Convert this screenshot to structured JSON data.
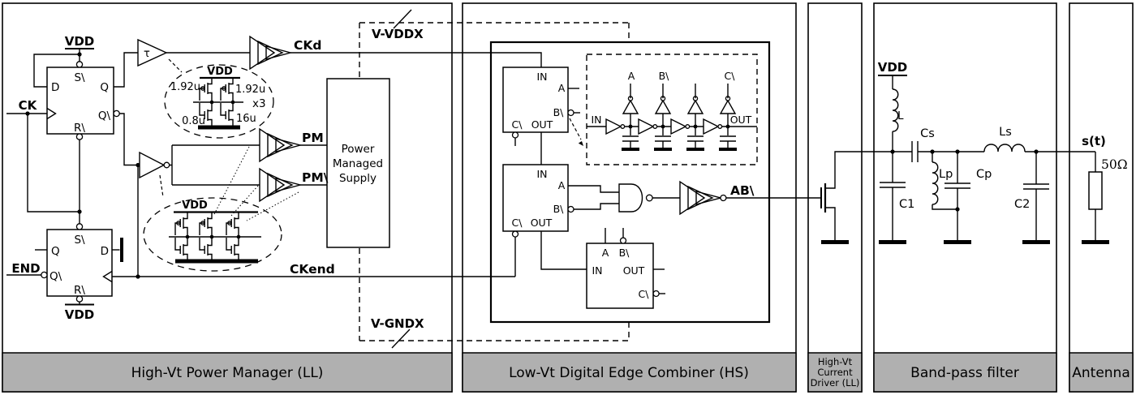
{
  "pins": {
    "d": "D",
    "q": "Q",
    "qb": "Q\\",
    "sb": "S\\",
    "rb": "R\\",
    "in": "IN",
    "out": "OUT",
    "a": "A",
    "bb": "B\\",
    "cb": "C\\"
  },
  "signals": {
    "vdd": "VDD",
    "ck": "CK",
    "end": "END",
    "tau": "τ",
    "ckd": "CKd",
    "pm": "PM",
    "pmb": "PM\\",
    "ckend": "CKend",
    "ab": "AB\\",
    "vvddx": "V-VDDX",
    "vgndx": "V-GNDX",
    "st": "s(t)"
  },
  "detail_inverters": {
    "w_pmos_1": "1.92u",
    "w_pmos_2": "1.92u",
    "w_nmos_1": "0.8u",
    "w_nmos_2": "16u",
    "mult": "x3"
  },
  "supply_box": {
    "line1": "Power",
    "line2": "Managed",
    "line3": "Supply"
  },
  "bpf": {
    "l": "L",
    "cs": "Cs",
    "c1": "C1",
    "lp": "Lp",
    "cp": "Cp",
    "ls": "Ls",
    "c2": "C2"
  },
  "antenna": {
    "load": "50Ω"
  },
  "sections": {
    "power_manager": "High-Vt Power Manager (LL)",
    "edge_combiner": "Low-Vt Digital Edge Combiner (HS)",
    "driver_line1": "High-Vt",
    "driver_line2": "Current",
    "driver_line3": "Driver (LL)",
    "bandpass": "Band-pass filter",
    "antenna": "Antenna"
  }
}
